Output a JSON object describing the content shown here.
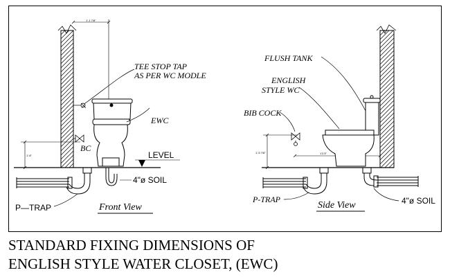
{
  "front_view": {
    "title": "Front View",
    "labels": {
      "tee_stop_tap_line1": "TEE STOP TAP",
      "tee_stop_tap_line2": "AS PER WC MODLE",
      "ewc": "EWC",
      "bc": "BC",
      "level": "LEVEL",
      "soil": "4\"ø  SOIL",
      "p_trap": "P—TRAP"
    },
    "dimensions": {
      "top_width": "1'-1 7/8\"",
      "tap_height": "1'-6\""
    }
  },
  "side_view": {
    "title": "Side View",
    "labels": {
      "flush_tank": "FLUSH TANK",
      "english_line1": "ENGLISH",
      "english_line2": "STYLE WC",
      "bib_cock": "BIB COCK",
      "p_trap": "P-TRAP",
      "soil": "4\"ø  SOIL"
    },
    "dimensions": {
      "height": "1'-5 7/8\"",
      "depth": "1'2.5\""
    }
  },
  "caption": {
    "line1": "STANDARD FIXING DIMENSIONS OF",
    "line2": "ENGLISH STYLE WATER CLOSET, (EWC)"
  },
  "colors": {
    "ink": "#000000",
    "background": "#ffffff"
  }
}
